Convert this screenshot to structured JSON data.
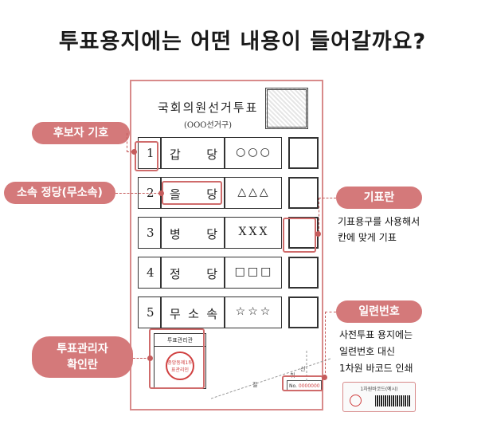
{
  "title": "투표용지에는 어떤 내용이 들어갈까요?",
  "ballot": {
    "heading": "국회의원선거투표",
    "subheading": "(OOO선거구)",
    "rows": [
      {
        "number": "1",
        "party_chars": [
          "갑",
          "당"
        ],
        "name": "○○○"
      },
      {
        "number": "2",
        "party_chars": [
          "을",
          "당"
        ],
        "name": "△△△"
      },
      {
        "number": "3",
        "party_chars": [
          "병",
          "당"
        ],
        "name": "XXX"
      },
      {
        "number": "4",
        "party_chars": [
          "정",
          "당"
        ],
        "name": "□□□"
      },
      {
        "number": "5",
        "party_chars": [
          "무",
          "소",
          "속"
        ],
        "name": "☆☆☆"
      }
    ],
    "manager_box_label": "투표관리관",
    "stamp_text": "중앙동제1투표관리인",
    "serial_label_a": "절",
    "serial_label_b": "취",
    "serial_label_c": "선",
    "serial_prefix": "No.",
    "serial_number": "0000000"
  },
  "labels": {
    "candidate_number": "후보자 기호",
    "party": "소속 정당(무소속)",
    "mark_field": "기표란",
    "mark_field_desc_line1": "기표용구를 사용해서",
    "mark_field_desc_line2": "칸에 맞게 기표",
    "serial": "일련번호",
    "serial_desc_line1": "사전투표 용지에는",
    "serial_desc_line2": "일련번호 대신",
    "serial_desc_line3": "1차원 바코드 인쇄",
    "manager_line1": "투표관리자",
    "manager_line2": "확인란"
  },
  "barcode_card_title": "1차원바코드(예시)",
  "colors": {
    "accent": "#d4797a",
    "outline": "#cf6b6b",
    "stamp": "#d04040"
  }
}
